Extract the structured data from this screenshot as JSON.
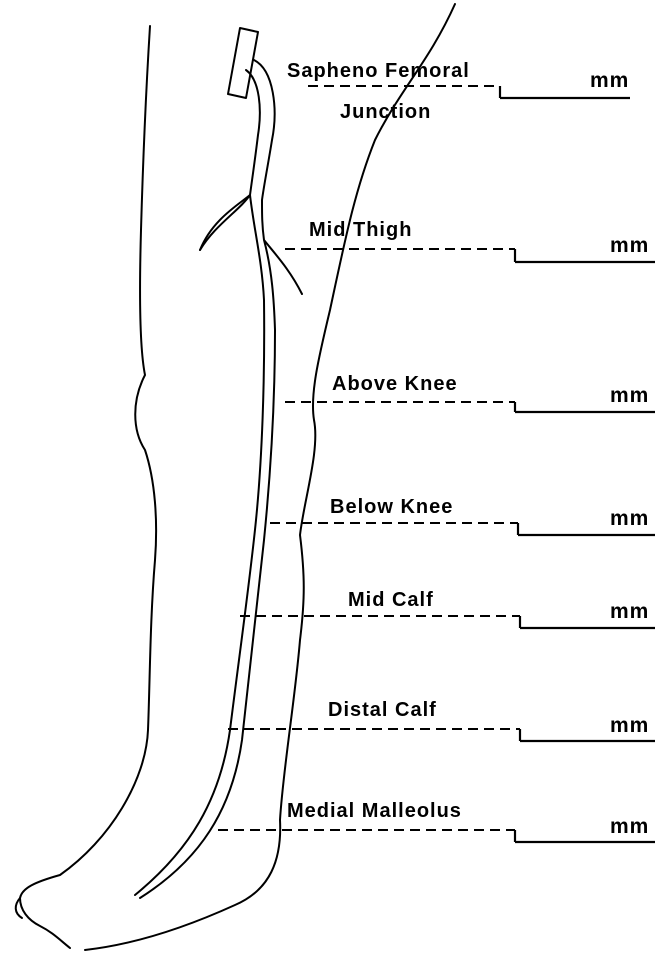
{
  "sites": [
    {
      "label": "Sapheno Femoral",
      "label2": "Junction",
      "unit": "mm"
    },
    {
      "label": "Mid Thigh",
      "unit": "mm"
    },
    {
      "label": "Above Knee",
      "unit": "mm"
    },
    {
      "label": "Below Knee",
      "unit": "mm"
    },
    {
      "label": "Mid Calf",
      "unit": "mm"
    },
    {
      "label": "Distal Calf",
      "unit": "mm"
    },
    {
      "label": "Medial Malleolus",
      "unit": "mm"
    }
  ]
}
